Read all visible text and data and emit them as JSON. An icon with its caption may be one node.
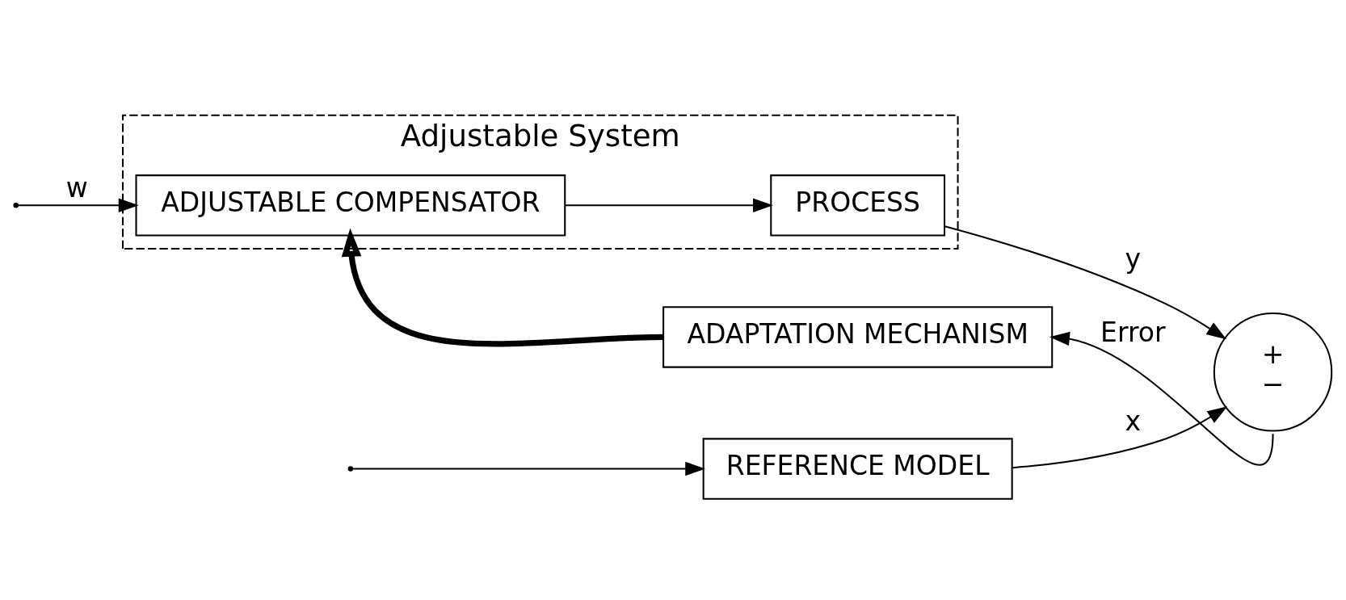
{
  "diagram": {
    "nodes": [
      {
        "text": [
          "REFERENCE MODEL"
        ]
      },
      {
        "text": [
          "Adjustable System"
        ]
      },
      {
        "text": [
          "ADJUSTABLE COMPENSATOR"
        ],
        "in": 1
      },
      {
        "text": [
          "PROCESS"
        ],
        "in": 1
      },
      {
        "text": [
          "+",
          "−"
        ]
      },
      {
        "text": [
          "ADAPTATION MECHANISM"
        ]
      }
    ],
    "edges": [
      {
        "from": null,
        "to": 2,
        "arrow": "to",
        "label": "w"
      },
      {
        "from": null,
        "to": 0,
        "arrow": "to"
      },
      {
        "from": 0,
        "to": 4,
        "arrow": "to",
        "label": "x"
      },
      {
        "from": 2,
        "to": 3,
        "arrow": "to"
      },
      {
        "from": 3,
        "to": 4,
        "arrow": "to",
        "label": "y"
      },
      {
        "from": 4,
        "to": 5,
        "arrow": "to",
        "label": "Error"
      },
      {
        "from": 5,
        "to": 2,
        "arrow": "to",
        "style": "thick"
      }
    ]
  }
}
